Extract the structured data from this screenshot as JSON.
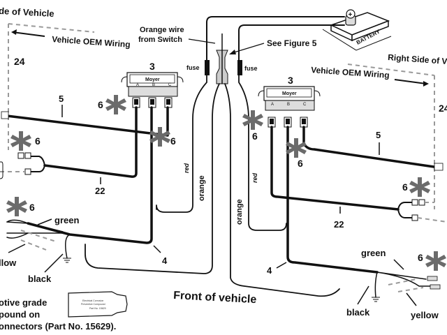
{
  "diagram": {
    "title_left": "de of Vehicle",
    "title_right": "Right Side of Ve",
    "oem_wiring_left": "Vehicle OEM Wiring",
    "oem_wiring_right": "Vehicle OEM Wiring",
    "orange_wire_line1": "Orange wire",
    "orange_wire_line2": "from Switch",
    "see_figure": "See Figure 5",
    "battery_label": "BATTERY",
    "battery_terminal": "+",
    "fuse_left": "fuse",
    "fuse_right": "fuse",
    "front_label": "Front of vehicle",
    "module_brand": "Moyer",
    "module_ports": [
      "A",
      "B",
      "C"
    ],
    "callouts": {
      "module_left": "3",
      "module_right": "3",
      "harness_left": "24",
      "harness_right": "24",
      "wire5_left": "5",
      "wire5_right": "5",
      "wire22_left": "22",
      "wire22_right": "22",
      "wire4_left": "4",
      "wire4_right": "4",
      "six": "6"
    },
    "wire_colors": {
      "red": "red",
      "orange": "orange",
      "green": "green",
      "yellow": "yellow",
      "black": "black",
      "yellow_partial": "llow"
    },
    "compound_note": {
      "line1": "otive grade",
      "line2": "pound on",
      "line3": "onnectors (Part No. 15629)."
    },
    "tube_label": {
      "line1": "Electrical Corrosion",
      "line2": "Preventive Compound",
      "line3": "Part No. 15629"
    },
    "colors": {
      "ink": "#111111",
      "asterisk": "#6b6b6b",
      "dashed": "#999999"
    }
  }
}
